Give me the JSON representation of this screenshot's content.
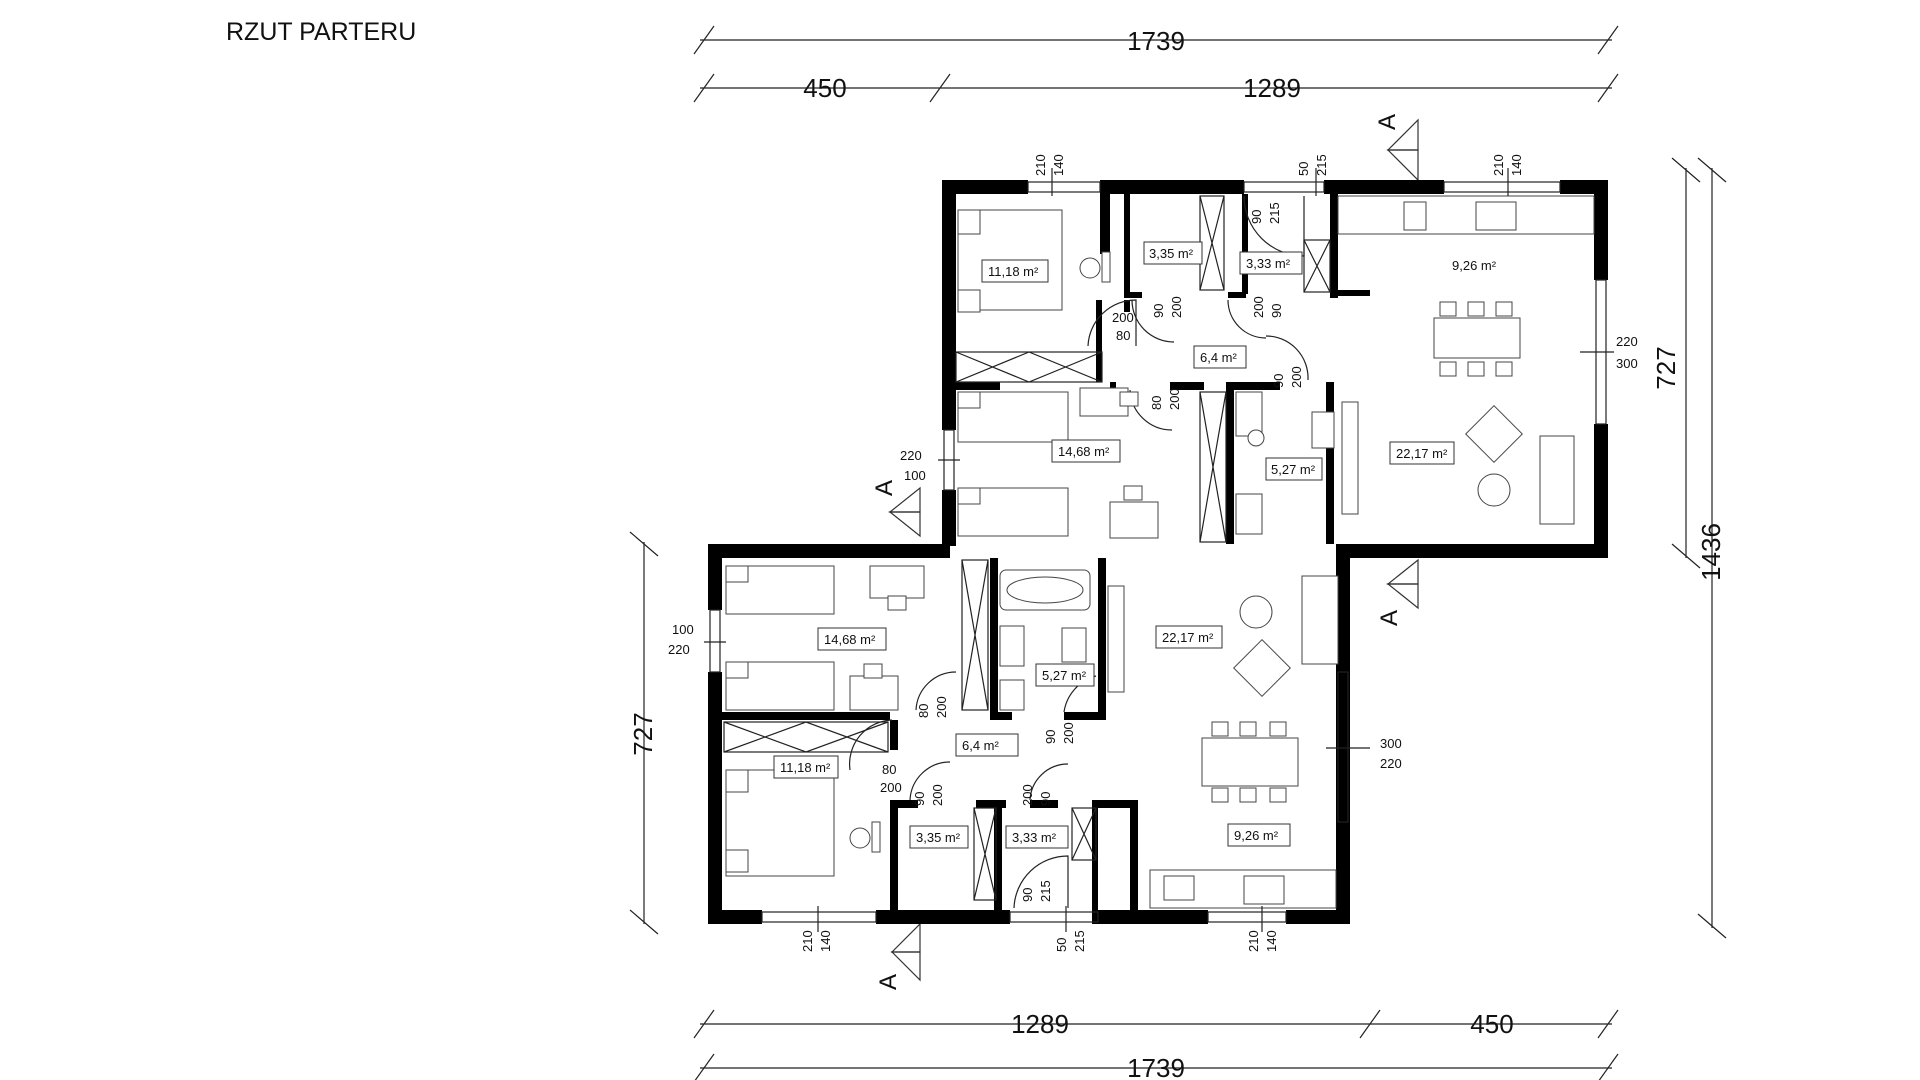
{
  "title": "RZUT PARTERU",
  "dimensions": {
    "top_total": "1739",
    "top_left": "450",
    "top_right": "1289",
    "bottom_left": "1289",
    "bottom_right": "450",
    "bottom_total": "1739",
    "right_upper": "727",
    "right_total": "1436",
    "left_lower": "727"
  },
  "section_label": "A",
  "rooms_upper": [
    {
      "id": "bedroom-large",
      "area": "11,18 m²"
    },
    {
      "id": "wardrobe",
      "area": "3,35 m²"
    },
    {
      "id": "storage",
      "area": "3,33 m²"
    },
    {
      "id": "kitchen",
      "area": "9,26 m²"
    },
    {
      "id": "hall",
      "area": "6,4 m²"
    },
    {
      "id": "bedroom-small",
      "area": "14,68 m²"
    },
    {
      "id": "bathroom",
      "area": "5,27 m²"
    },
    {
      "id": "living",
      "area": "22,17 m²"
    }
  ],
  "rooms_lower": [
    {
      "id": "bedroom-small",
      "area": "14,68 m²"
    },
    {
      "id": "bathroom",
      "area": "5,27 m²"
    },
    {
      "id": "living",
      "area": "22,17 m²"
    },
    {
      "id": "hall",
      "area": "6,4 m²"
    },
    {
      "id": "bedroom-large",
      "area": "11,18 m²"
    },
    {
      "id": "wardrobe",
      "area": "3,35 m²"
    },
    {
      "id": "storage",
      "area": "3,33 m²"
    },
    {
      "id": "kitchen",
      "area": "9,26 m²"
    }
  ],
  "openings": {
    "u_win_bed": [
      "210",
      "140"
    ],
    "u_entry": [
      "50",
      "215"
    ],
    "u_win_kit": [
      "210",
      "140"
    ],
    "u_door_storage": [
      "90",
      "215"
    ],
    "u_win_living": [
      "220",
      "300"
    ],
    "u_door_bed": [
      "200",
      "80"
    ],
    "u_door_ward": [
      "90",
      "200"
    ],
    "u_door_stor2": [
      "200",
      "90"
    ],
    "u_door_bath": [
      "90",
      "200"
    ],
    "u_door_bed2": [
      "80",
      "200"
    ],
    "u_win_bed2": [
      "220",
      "100"
    ],
    "l_win_bed2": [
      "100",
      "220"
    ],
    "l_door_bed2": [
      "80",
      "200"
    ],
    "l_door_bath": [
      "90",
      "200"
    ],
    "l_door_bed": [
      "80",
      "200"
    ],
    "l_door_ward": [
      "90",
      "200"
    ],
    "l_door_stor": [
      "200",
      "90"
    ],
    "l_win_living": [
      "300",
      "220"
    ],
    "l_door_storage": [
      "90",
      "215"
    ],
    "l_win_bed": [
      "210",
      "140"
    ],
    "l_entry": [
      "50",
      "215"
    ],
    "l_win_kit": [
      "210",
      "140"
    ]
  }
}
